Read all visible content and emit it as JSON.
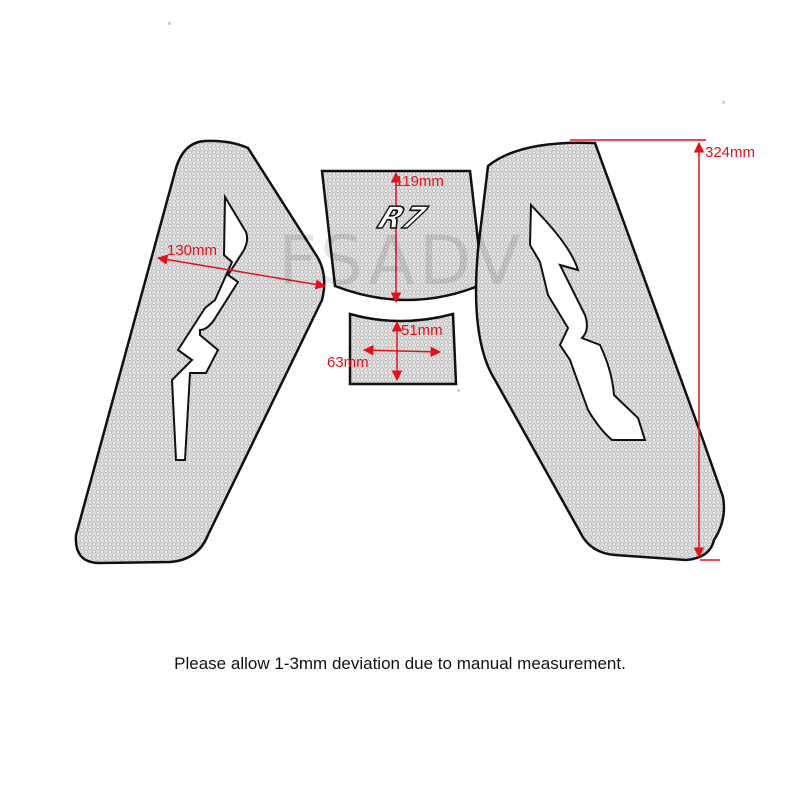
{
  "watermark": "FSADV",
  "dimensions": {
    "height_right": "324mm",
    "height_center": "119mm",
    "width_left": "130mm",
    "height_small": "51mm",
    "width_small": "63mm"
  },
  "logo_text": "R7",
  "note": "Please allow 1-3mm deviation due to manual measurement.",
  "colors": {
    "dimension": "#e3121a",
    "pad_fill": "#d6d6d6",
    "pad_outline": "#111111",
    "text": "#111111"
  }
}
